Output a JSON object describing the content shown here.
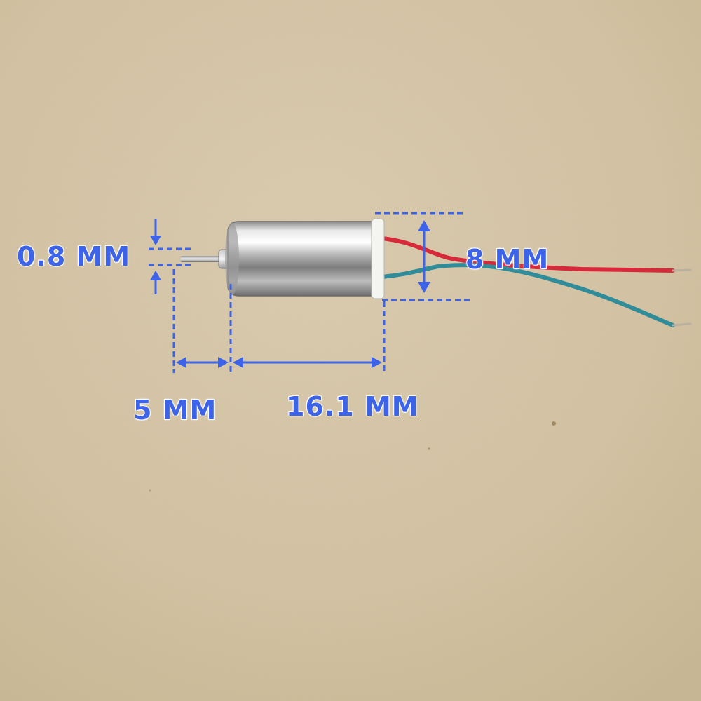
{
  "annotations": {
    "shaft_diameter": "0.8 MM",
    "body_diameter": "8 MM",
    "shaft_length": "5 MM",
    "body_length": "16.1 MM"
  },
  "colors": {
    "background": "#d6c6a8",
    "annotation_blue": "#3d63e8",
    "wire_red": "#d62a3a",
    "wire_teal": "#2f8c98",
    "motor_silver": "#c9c9c9"
  },
  "objects": {
    "motor": "coreless-dc-motor",
    "wires": [
      "red-wire",
      "teal-wire"
    ]
  }
}
